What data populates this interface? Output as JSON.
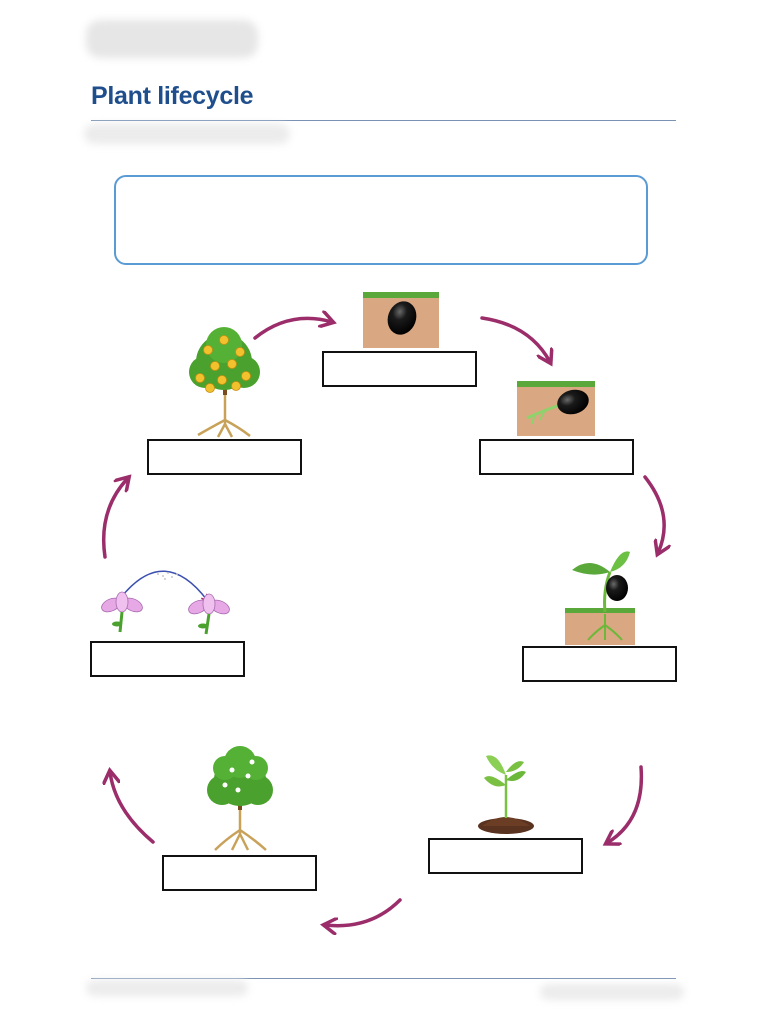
{
  "worksheet": {
    "title": "Plant lifecycle",
    "instruction_text": ""
  },
  "stages": [
    {
      "id": "seed",
      "picture": "seed-in-soil",
      "answer": ""
    },
    {
      "id": "germination",
      "picture": "germinating-seed",
      "answer": ""
    },
    {
      "id": "sprout",
      "picture": "sprout-with-seed-coat",
      "answer": ""
    },
    {
      "id": "seedling",
      "picture": "seedling-in-soil",
      "answer": ""
    },
    {
      "id": "adult-plant",
      "picture": "flowering-plant",
      "answer": ""
    },
    {
      "id": "pollination",
      "picture": "pollination-flowers",
      "answer": ""
    },
    {
      "id": "fruiting-plant",
      "picture": "fruit-tree",
      "answer": ""
    }
  ],
  "colors": {
    "title": "#1f4e8c",
    "instruction_border": "#5b9bd5",
    "arrows": "#9b2d6b",
    "soil": "#d9a782",
    "grass": "#5aa83a",
    "leaf": "#4aa12e",
    "fruit": "#f2c12e",
    "flower": "#e7a8e6"
  }
}
